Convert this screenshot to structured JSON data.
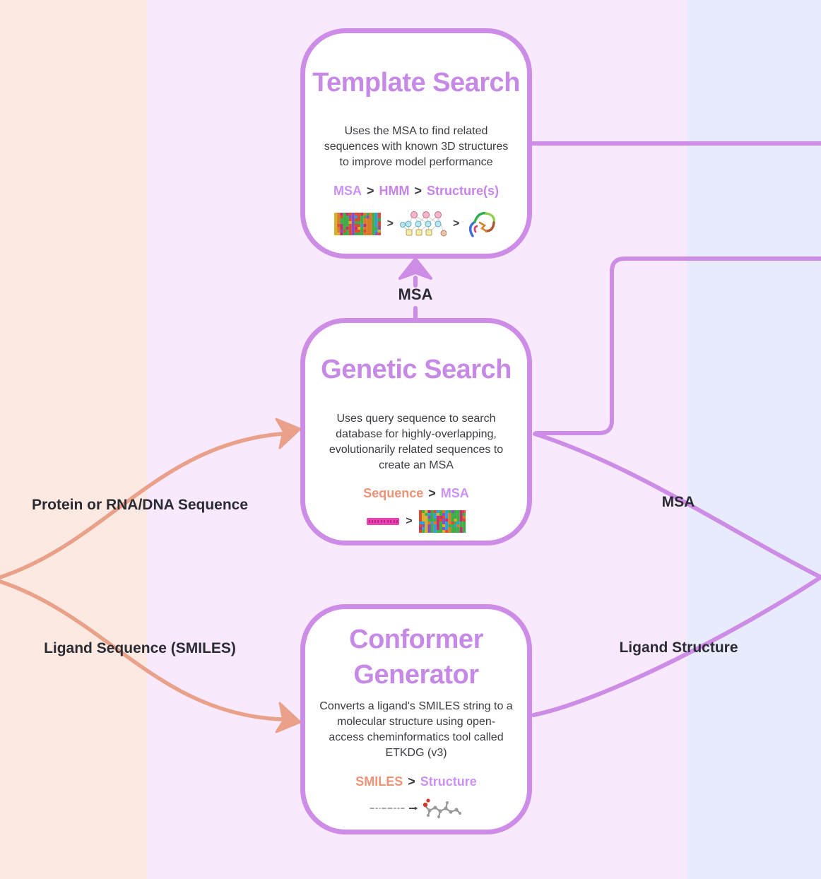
{
  "colors": {
    "band_peach": "#fceae2",
    "band_pink": "#f8e9fc",
    "band_blue": "#e8ebfc",
    "accent_purple": "#cd8ce6",
    "title_purple": "#c689e5",
    "token_purple": "#c783e8",
    "token_lilac": "#cb92f4",
    "token_salmon": "#ef9377",
    "arrow_salmon": "#e9a189",
    "body_text": "#3b3b42",
    "label_text": "#2b2b33"
  },
  "icon_sep": ">",
  "nodes": [
    {
      "title": "Template Search",
      "description_lines": [
        "Uses the MSA to find related",
        "sequences with known 3D structures",
        "to improve model performance"
      ],
      "tokens": [
        {
          "text": "MSA"
        },
        {
          "text": ">"
        },
        {
          "text": "HMM"
        },
        {
          "text": ">"
        },
        {
          "text": "Structure(s)"
        }
      ],
      "icons": [
        "msa-alignment-icon",
        "hmm-network-icon",
        "protein-structure-icon"
      ]
    },
    {
      "title": "Genetic Search",
      "description_lines": [
        "Uses query sequence to search",
        "database for highly-overlapping,",
        "evolutionarily related sequences to",
        "create an MSA"
      ],
      "tokens": [
        {
          "text": "Sequence"
        },
        {
          "text": ">"
        },
        {
          "text": "MSA"
        }
      ],
      "icons": [
        "query-sequence-icon",
        "msa-alignment-icon"
      ]
    },
    {
      "title_lines": [
        "Conformer",
        "Generator"
      ],
      "description_lines": [
        "Converts a ligand's SMILES string to a",
        "molecular structure using open-",
        "access cheminformatics tool called",
        "ETKDG (v3)"
      ],
      "tokens": [
        {
          "text": "SMILES"
        },
        {
          "text": ">"
        },
        {
          "text": "Structure"
        }
      ],
      "icons": [
        "smiles-string-icon",
        "molecule-3d-icon"
      ]
    }
  ],
  "edge_labels": {
    "protein_input": "Protein or RNA/DNA Sequence",
    "ligand_input": "Ligand Sequence (SMILES)",
    "msa_to_template": "MSA",
    "msa_output": "MSA",
    "ligand_structure_output": "Ligand Structure"
  }
}
